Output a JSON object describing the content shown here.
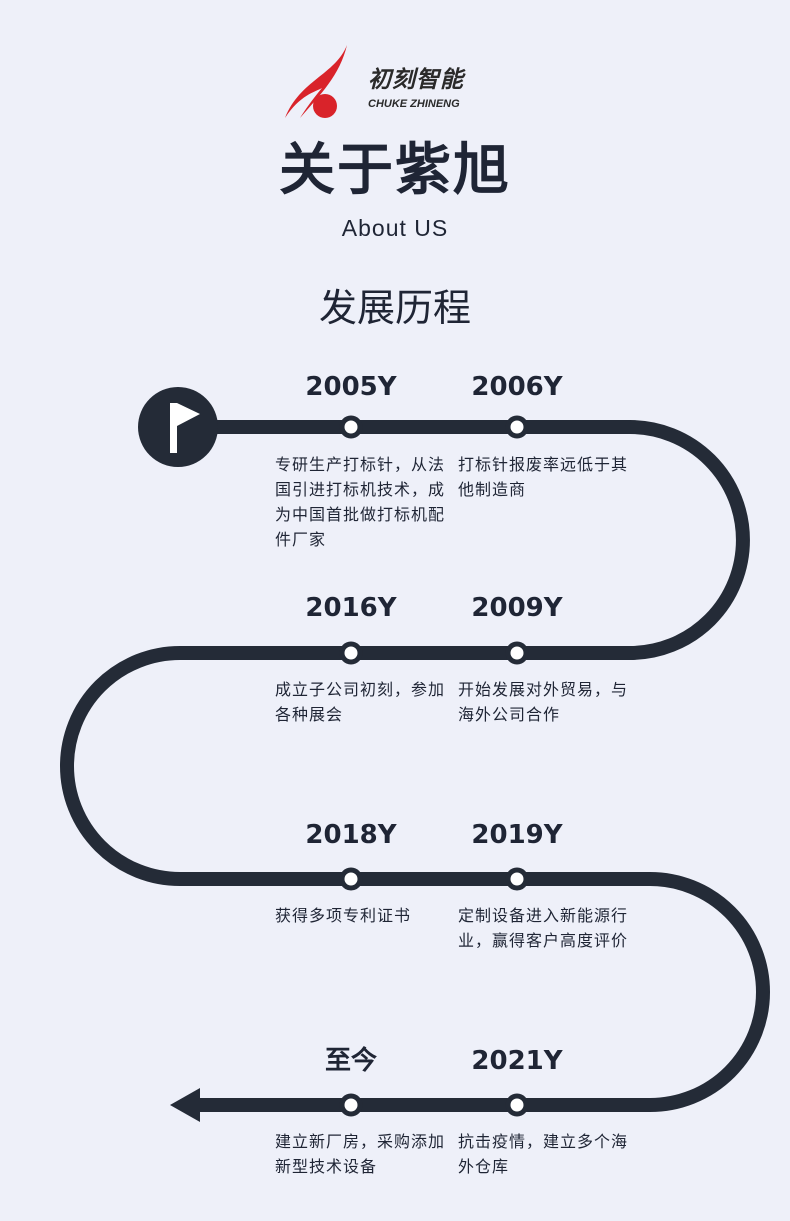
{
  "brand": {
    "name_cn": "初刻智能",
    "name_en": "CHUKE ZHINENG",
    "color": "#d9232a"
  },
  "header": {
    "title": "关于紫旭",
    "subtitle": "About US",
    "section": "发展历程"
  },
  "timeline": [
    {
      "year": "2005Y",
      "text": "专研生产打标针，从法国引进打标机技术，成为中国首批做打标机配件厂家"
    },
    {
      "year": "2006Y",
      "text": "打标针报废率远低于其他制造商"
    },
    {
      "year": "2016Y",
      "text": "成立子公司初刻，参加各种展会"
    },
    {
      "year": "2009Y",
      "text": "开始发展对外贸易，与海外公司合作"
    },
    {
      "year": "2018Y",
      "text": "获得多项专利证书"
    },
    {
      "year": "2019Y",
      "text": "定制设备进入新能源行业，赢得客户高度评价"
    },
    {
      "year": "至今",
      "text": "建立新厂房，采购添加新型技术设备"
    },
    {
      "year": "2021Y",
      "text": "抗击疫情，建立多个海外仓库"
    }
  ],
  "colors": {
    "track": "#242b37",
    "background": "#eef0f9"
  }
}
